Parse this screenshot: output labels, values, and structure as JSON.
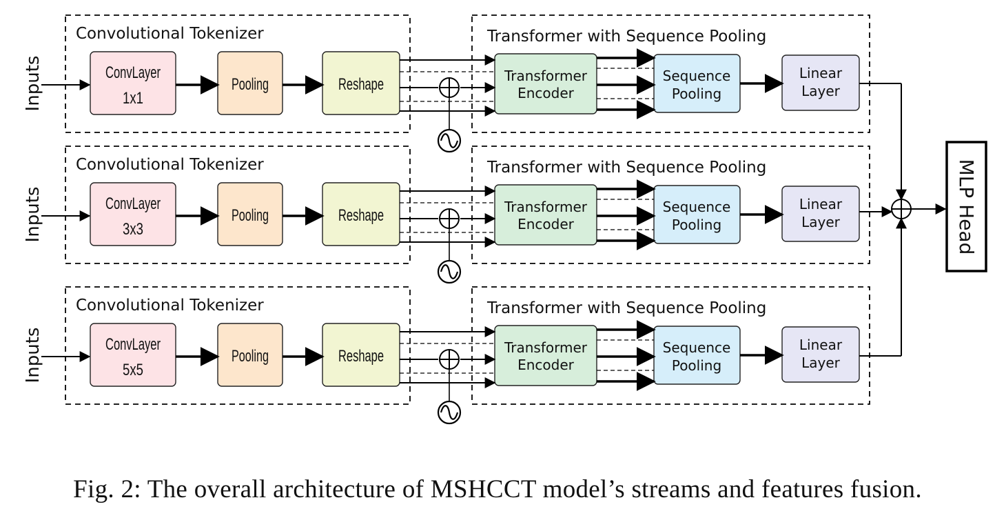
{
  "streams": [
    {
      "input_label": "Inputs",
      "tokenizer_title": "Convolutional Tokenizer",
      "conv_label": [
        "ConvLayer",
        "1x1"
      ],
      "pooling_label": "Pooling",
      "reshape_label": "Reshape",
      "transformer_title": "Transformer with Sequence Pooling",
      "encoder_label": [
        "Transformer",
        "Encoder"
      ],
      "seqpool_label": [
        "Sequence",
        "Pooling"
      ],
      "linear_label": [
        "Linear",
        "Layer"
      ]
    },
    {
      "input_label": "Inputs",
      "tokenizer_title": "Convolutional Tokenizer",
      "conv_label": [
        "ConvLayer",
        "3x3"
      ],
      "pooling_label": "Pooling",
      "reshape_label": "Reshape",
      "transformer_title": "Transformer with Sequence Pooling",
      "encoder_label": [
        "Transformer",
        "Encoder"
      ],
      "seqpool_label": [
        "Sequence",
        "Pooling"
      ],
      "linear_label": [
        "Linear",
        "Layer"
      ]
    },
    {
      "input_label": "Inputs",
      "tokenizer_title": "Convolutional Tokenizer",
      "conv_label": [
        "ConvLayer",
        "5x5"
      ],
      "pooling_label": "Pooling",
      "reshape_label": "Reshape",
      "transformer_title": "Transformer with Sequence Pooling",
      "encoder_label": [
        "Transformer",
        "Encoder"
      ],
      "seqpool_label": [
        "Sequence",
        "Pooling"
      ],
      "linear_label": [
        "Linear",
        "Layer"
      ]
    }
  ],
  "mlp_head_label": "MLP Head",
  "fusion_symbol": "⊕",
  "positional_symbol": "~",
  "caption": "Fig. 2: The overall architecture of MSHCCT model’s streams and features fusion.",
  "colors": {
    "conv": "#fde3e6",
    "pooling": "#fde6cc",
    "reshape": "#f2f5d2",
    "encoder": "#d7eedb",
    "seqpool": "#d6eefa",
    "linear": "#e6e6f5"
  }
}
